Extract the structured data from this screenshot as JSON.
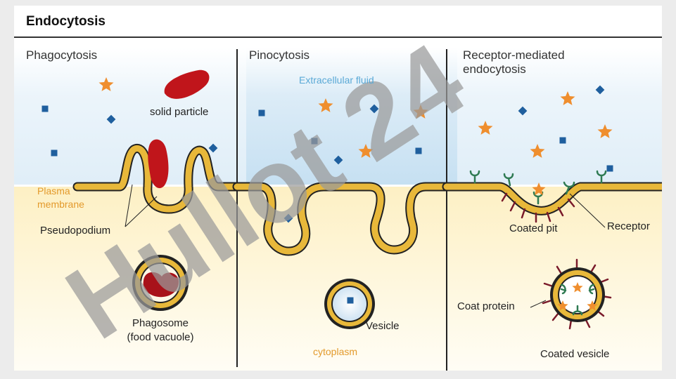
{
  "title": "Endocytosis",
  "panels": {
    "phagocytosis": {
      "heading": "Phagocytosis",
      "solid_particle": "solid particle",
      "plasma_membrane_1": "Plasma",
      "plasma_membrane_2": "membrane",
      "pseudopodium": "Pseudopodium",
      "phagosome_1": "Phagosome",
      "phagosome_2": "(food vacuole)"
    },
    "pinocytosis": {
      "heading": "Pinocytosis",
      "extracellular_fluid": "Extracellular fluid",
      "vesicle": "Vesicle",
      "cytoplasm": "cytoplasm"
    },
    "receptor_mediated": {
      "heading_1": "Receptor-mediated",
      "heading_2": "endocytosis",
      "coated_pit": "Coated pit",
      "receptor": "Receptor",
      "coat_protein": "Coat protein",
      "coated_vesicle": "Coated vesicle"
    }
  },
  "watermark": "Hullot 24",
  "colors": {
    "membrane": "#e8b83a",
    "membrane_outline": "#222222",
    "particle": "#c0151b",
    "star": "#ef8e2e",
    "diamond": "#1f5f9e",
    "extracellular": "#cfe6f5",
    "cytoplasm": "#fdf3cf",
    "watermark_gray": "#9a9a9a",
    "watermark_purple": "#c9b7f0"
  }
}
